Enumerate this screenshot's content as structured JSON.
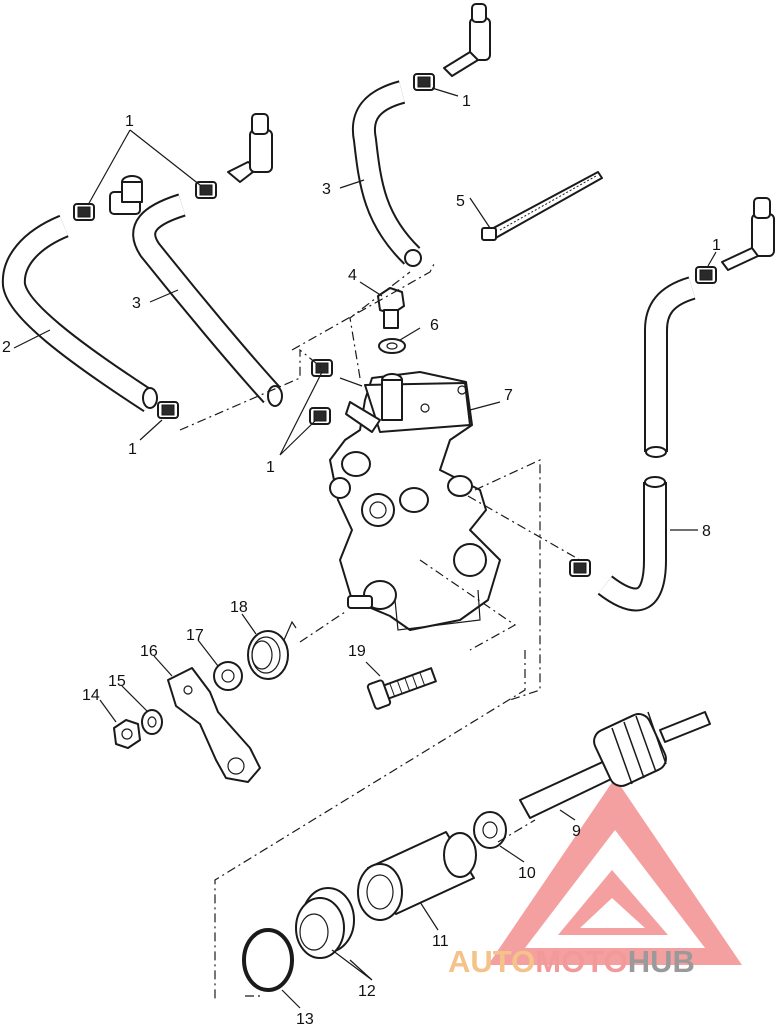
{
  "diagram": {
    "callouts": {
      "c1a": "1",
      "c1b": "1",
      "c1c": "1",
      "c1d": "1",
      "c1e": "1",
      "c2": "2",
      "c3a": "3",
      "c3b": "3",
      "c4": "4",
      "c5": "5",
      "c6": "6",
      "c7": "7",
      "c8": "8",
      "c9": "9",
      "c10": "10",
      "c11": "11",
      "c12": "12",
      "c13": "13",
      "c14": "14",
      "c15": "15",
      "c16": "16",
      "c17": "17",
      "c18": "18",
      "c19": "19"
    }
  },
  "watermark": {
    "part1": "AUTO",
    "part2": "MOTO",
    "part3": "HUB",
    "colors": {
      "auto": "#f5c38a",
      "moto": "#f29a9a",
      "hub": "#9a9a9a",
      "logo": "#ef6b6b"
    }
  }
}
